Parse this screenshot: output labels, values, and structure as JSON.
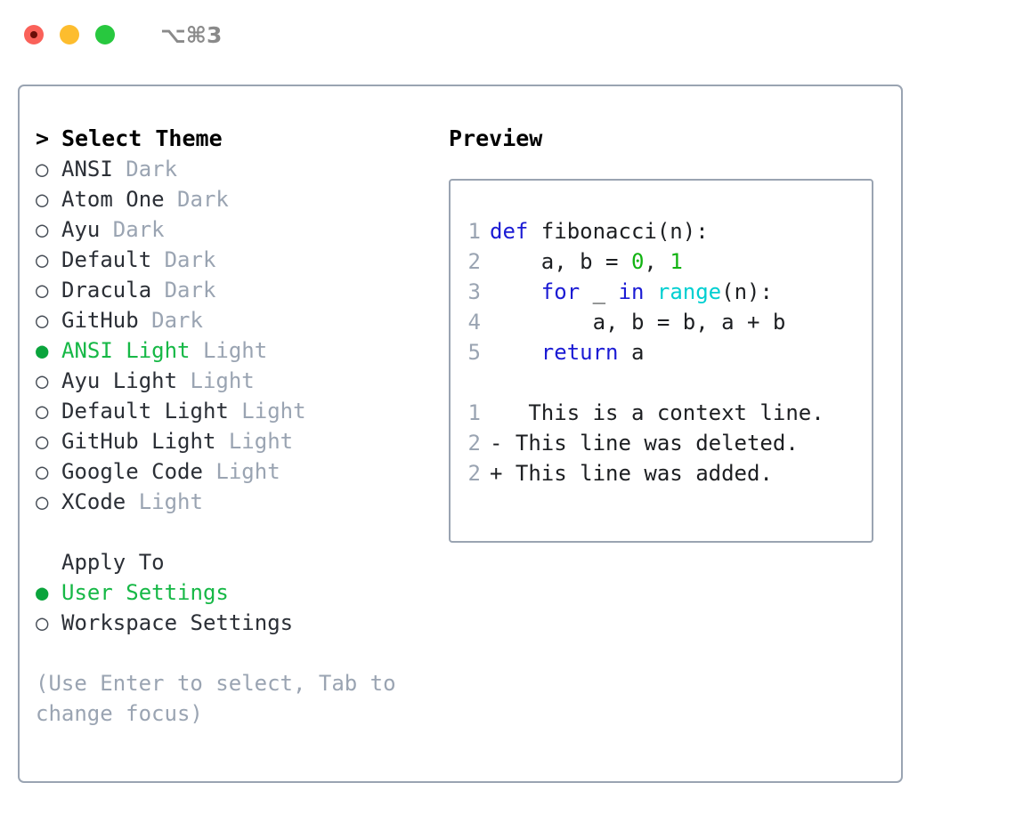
{
  "titlebar": {
    "shortcut": "⌥⌘3",
    "lights": [
      "close",
      "minimize",
      "zoom"
    ]
  },
  "theme_panel": {
    "heading": "Select Theme",
    "caret": ">",
    "radio_on": "●",
    "radio_off": "○",
    "items": [
      {
        "name": "ANSI",
        "variant": "Dark",
        "selected": false
      },
      {
        "name": "Atom One",
        "variant": "Dark",
        "selected": false
      },
      {
        "name": "Ayu",
        "variant": "Dark",
        "selected": false
      },
      {
        "name": "Default",
        "variant": "Dark",
        "selected": false
      },
      {
        "name": "Dracula",
        "variant": "Dark",
        "selected": false
      },
      {
        "name": "GitHub",
        "variant": "Dark",
        "selected": false
      },
      {
        "name": "ANSI Light",
        "variant": "Light",
        "selected": true
      },
      {
        "name": "Ayu Light",
        "variant": "Light",
        "selected": false
      },
      {
        "name": "Default Light",
        "variant": "Light",
        "selected": false
      },
      {
        "name": "GitHub Light",
        "variant": "Light",
        "selected": false
      },
      {
        "name": "Google Code",
        "variant": "Light",
        "selected": false
      },
      {
        "name": "XCode",
        "variant": "Light",
        "selected": false
      }
    ]
  },
  "apply_to": {
    "label": "Apply To",
    "items": [
      {
        "name": "User Settings",
        "selected": true
      },
      {
        "name": "Workspace Settings",
        "selected": false
      }
    ]
  },
  "hint": "(Use Enter to select, Tab to change focus)",
  "preview": {
    "title": "Preview",
    "code_lines": [
      {
        "number": "1",
        "tokens": [
          {
            "text": "def ",
            "type": "keyword"
          },
          {
            "text": "fibonacci(n):",
            "type": "plain"
          }
        ]
      },
      {
        "number": "2",
        "tokens": [
          {
            "text": "    a, b = ",
            "type": "plain"
          },
          {
            "text": "0",
            "type": "number"
          },
          {
            "text": ", ",
            "type": "plain"
          },
          {
            "text": "1",
            "type": "number"
          }
        ]
      },
      {
        "number": "3",
        "tokens": [
          {
            "text": "    ",
            "type": "plain"
          },
          {
            "text": "for",
            "type": "keyword"
          },
          {
            "text": " _ ",
            "type": "plain"
          },
          {
            "text": "in",
            "type": "keyword"
          },
          {
            "text": " ",
            "type": "plain"
          },
          {
            "text": "range",
            "type": "function"
          },
          {
            "text": "(n):",
            "type": "plain"
          }
        ]
      },
      {
        "number": "4",
        "tokens": [
          {
            "text": "        a, b = b, a + b",
            "type": "plain"
          }
        ]
      },
      {
        "number": "5",
        "tokens": [
          {
            "text": "    ",
            "type": "plain"
          },
          {
            "text": "return",
            "type": "keyword"
          },
          {
            "text": " a",
            "type": "plain"
          }
        ]
      }
    ],
    "diff_lines": [
      {
        "number": "1",
        "marker": " ",
        "text": "  This is a context line.",
        "type": "context"
      },
      {
        "number": "2",
        "marker": "-",
        "text": " This line was deleted.",
        "type": "deleted"
      },
      {
        "number": "2",
        "marker": "+",
        "text": " This line was added.",
        "type": "added"
      }
    ]
  },
  "colors": {
    "keyword": "#1b1bd4",
    "function": "#00cfd1",
    "number": "#12b312",
    "plain": "#1d1f22",
    "gutter": "#9aa4b2",
    "variant_label": "#9aa4b2",
    "selected_green": "#16b846",
    "radio_on_green": "#0aa43c",
    "diff_context": "#6f7680",
    "diff_deleted": "#c41f1f",
    "diff_added": "#0ec40e",
    "border": "#9aa4b2",
    "light_red": "#fa6159",
    "light_yellow": "#fdbd2e",
    "light_green": "#28c83f",
    "background": "#ffffff"
  }
}
